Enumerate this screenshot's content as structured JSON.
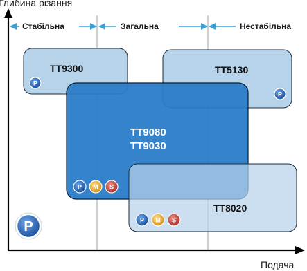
{
  "axes": {
    "y_label": "Глибина різання",
    "x_label": "Подача"
  },
  "regions": {
    "stable": "Стабільна",
    "general": "Загальна",
    "unstable": "Нестабільна"
  },
  "grades": {
    "g1": "TT9300",
    "g2": "TT5130",
    "g3_line1": "TT9080",
    "g3_line2": "TT9030",
    "g4": "TT8020"
  },
  "badges": {
    "p": "P",
    "m": "M",
    "s": "S"
  },
  "colors": {
    "light_box": "#b7d3ea",
    "dark_box": "#2a7cc7",
    "p_badge": "#1f5fb0",
    "m_badge": "#e0a52a",
    "s_badge": "#c0413a",
    "arrow": "#3aa0d8"
  }
}
